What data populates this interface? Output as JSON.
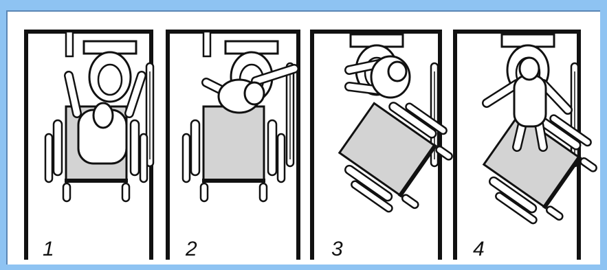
{
  "steps": [
    {
      "number": "1"
    },
    {
      "number": "2"
    },
    {
      "number": "3"
    },
    {
      "number": "4"
    }
  ],
  "colors": {
    "background": "#8ec3f2",
    "panel": "#ffffff",
    "ink": "#111111",
    "wheelchair_fill": "#d3d3d3"
  }
}
